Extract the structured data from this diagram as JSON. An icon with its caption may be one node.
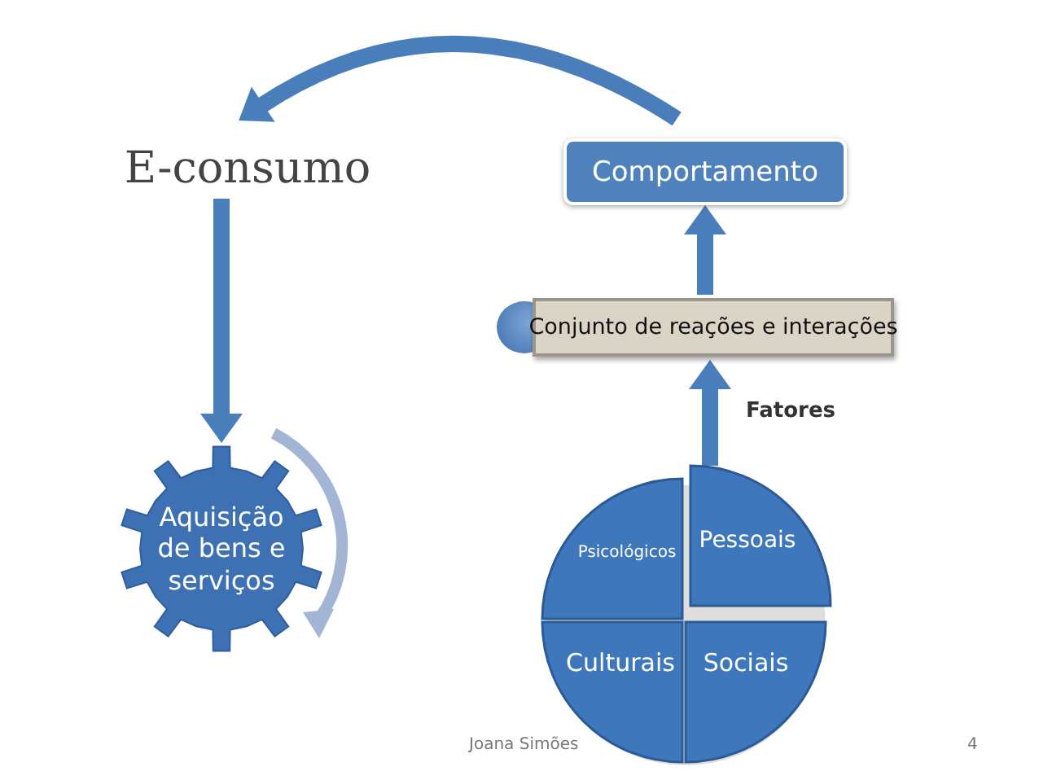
{
  "diagram": {
    "nodes": [
      {
        "text": [
          "E-consumo"
        ]
      },
      {
        "text": [
          "Comportamento"
        ]
      },
      {
        "text": [
          "Conjunto de reações e interações"
        ]
      },
      {
        "text": [
          "Aquisição de bens e serviços"
        ]
      },
      {
        "text": [],
        "shape": "circle"
      },
      {
        "text": [
          "Psicológicos"
        ],
        "in": 4
      },
      {
        "text": [
          "Pessoais"
        ],
        "in": 4
      },
      {
        "text": [
          "Culturais"
        ],
        "in": 4
      },
      {
        "text": [
          "Sociais"
        ],
        "in": 4
      }
    ],
    "edges": [
      {
        "from": 0,
        "to": 3,
        "arrow": "to"
      },
      {
        "from": 6,
        "to": 2,
        "arrow": "to",
        "label": "Fatores"
      },
      {
        "from": 2,
        "to": 1,
        "arrow": "to"
      },
      {
        "from": 1,
        "to": 0,
        "arrow": "to"
      }
    ],
    "labels": [
      "Joana Simões",
      "4"
    ]
  }
}
